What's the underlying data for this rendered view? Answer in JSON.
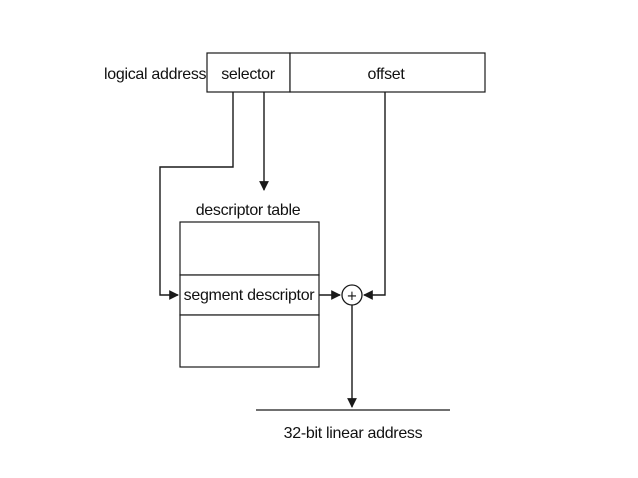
{
  "diagram": {
    "logical_address_label": "logical address",
    "selector_label": "selector",
    "offset_label": "offset",
    "descriptor_table_label": "descriptor table",
    "segment_descriptor_label": "segment descriptor",
    "adder_symbol": "+",
    "linear_address_label": "32-bit linear address"
  }
}
